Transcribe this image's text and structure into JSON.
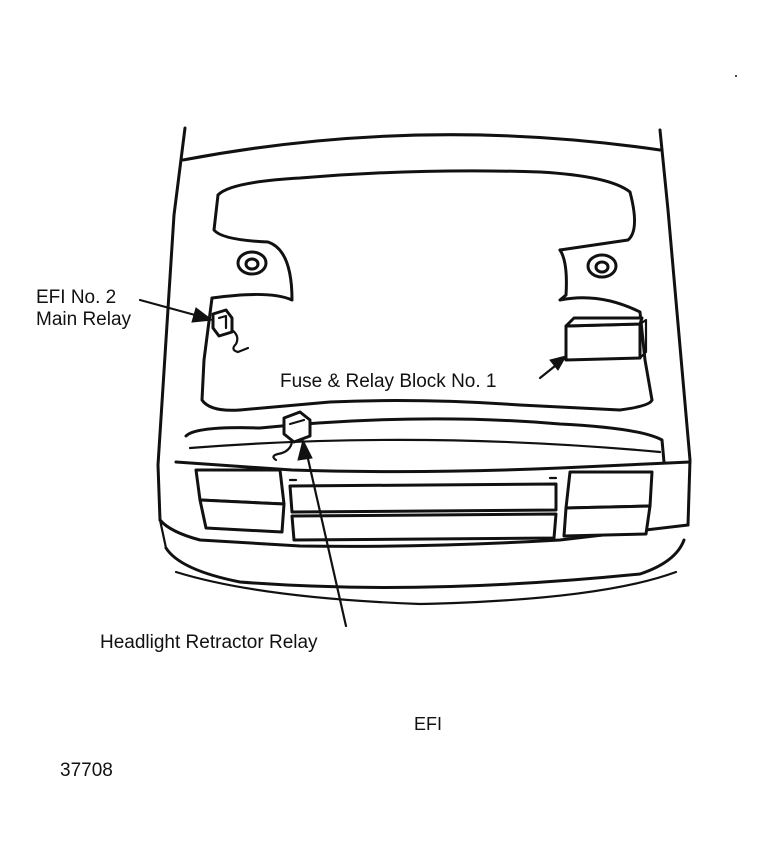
{
  "labels": {
    "efi_relay_line1": "EFI No. 2",
    "efi_relay_line2": "Main Relay",
    "fuse_block": "Fuse & Relay Block No. 1",
    "headlight_relay": "Headlight Retractor Relay",
    "system": "EFI",
    "figure_number": "37708"
  },
  "icons": [
    "relay-icon",
    "fuse-block-icon",
    "arrow-icon"
  ]
}
